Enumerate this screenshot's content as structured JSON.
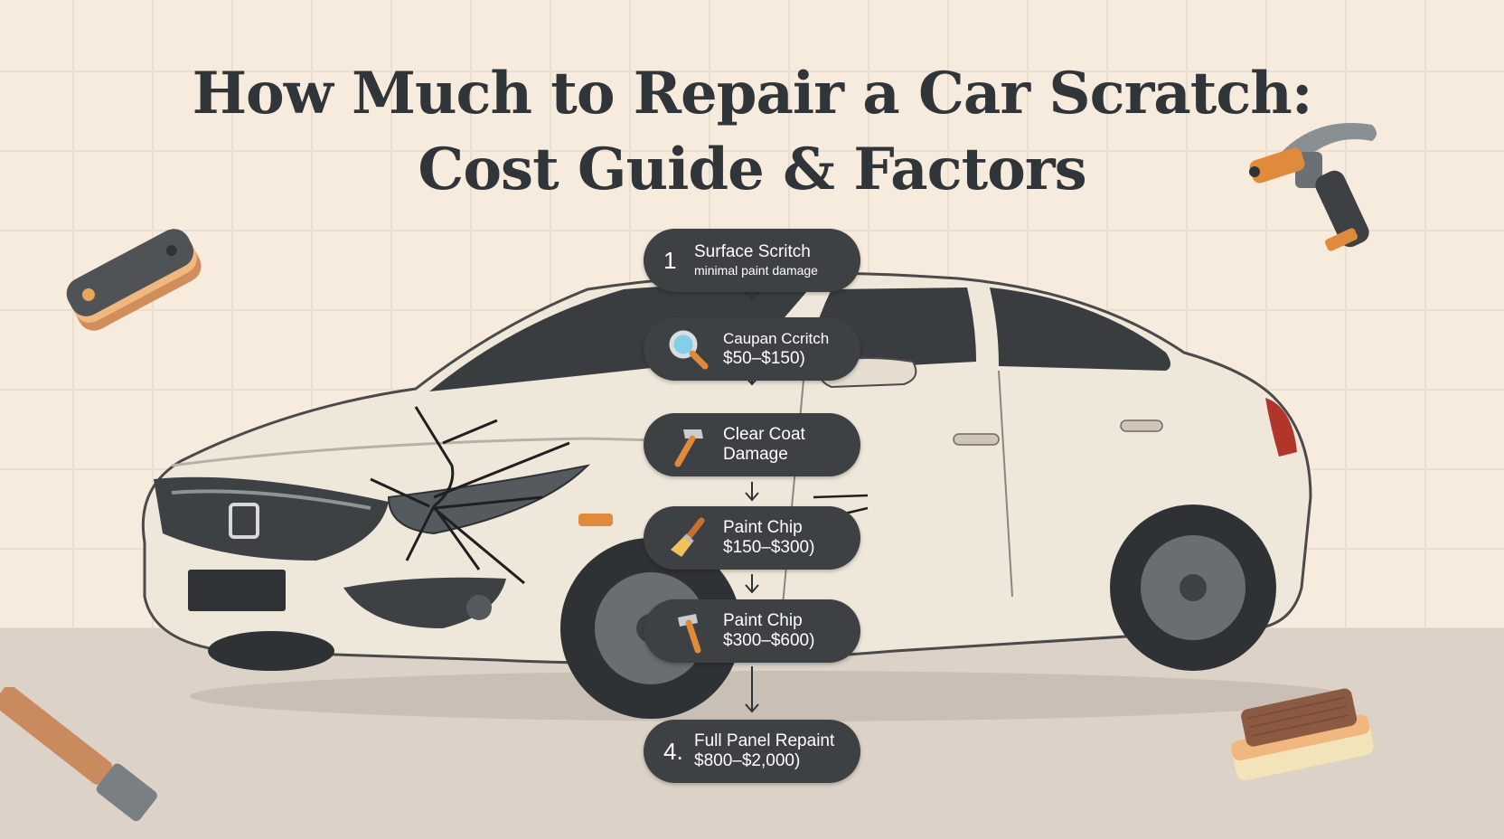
{
  "title": {
    "line1": "How Much to Repair a Car Scratch:",
    "line2": "Cost Guide & Factors"
  },
  "steps": [
    {
      "number": "1",
      "line1": "Surface Scritch",
      "line2": "minimal paint damage",
      "icon": "none"
    },
    {
      "number": "",
      "line1": "Caupan Ccritch",
      "line2": "$50–$150)",
      "icon": "magnifier-icon"
    },
    {
      "number": "",
      "line1": "Clear Coat",
      "line2": "Damage",
      "icon": "hammer-icon"
    },
    {
      "number": "",
      "line1": "Paint Chip",
      "line2": "$150–$300)",
      "icon": "paintbrush-icon"
    },
    {
      "number": "",
      "line1": "Paint Chip",
      "line2": "$300–$600)",
      "icon": "hammer-icon"
    },
    {
      "number": "4.",
      "line1": "Full Panel Repaint",
      "line2": "$800–$2,000)",
      "icon": "none"
    }
  ],
  "decorations": [
    "sanding-block-icon",
    "polisher-tool-icon",
    "sponge-icon",
    "screwdriver-icon"
  ],
  "colors": {
    "background": "#f6ebdd",
    "floor": "#ddd2c8",
    "pill": "#3d4143",
    "title": "#2f3538",
    "car": "#efe7da",
    "accent_orange": "#e08a3c"
  }
}
